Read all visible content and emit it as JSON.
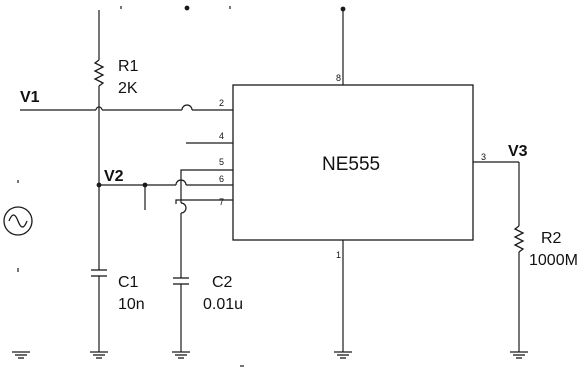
{
  "chip": {
    "name": "NE555",
    "pins": {
      "p2": "2",
      "p4": "4",
      "p5": "5",
      "p6": "6",
      "p7": "7",
      "p8": "8",
      "p3": "3",
      "p1": "1"
    }
  },
  "nodes": {
    "v1": "V1",
    "v2": "V2",
    "v3": "V3"
  },
  "components": {
    "r1": {
      "name": "R1",
      "value": "2K"
    },
    "r2": {
      "name": "R2",
      "value": "1000M"
    },
    "c1": {
      "name": "C1",
      "value": "10n"
    },
    "c2": {
      "name": "C2",
      "value": "0.01u"
    }
  }
}
